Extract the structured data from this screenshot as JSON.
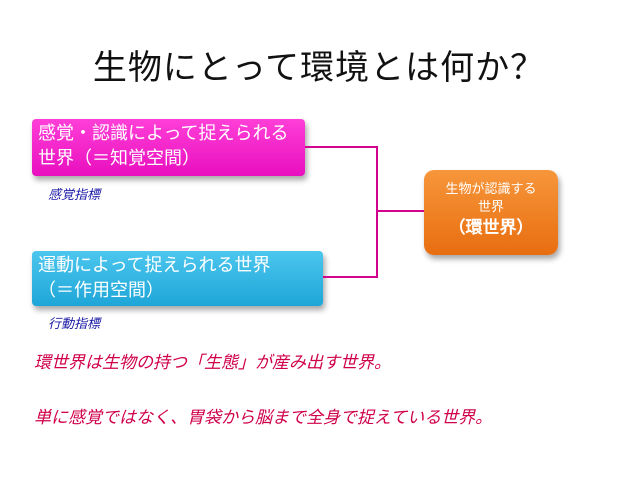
{
  "title": "生物にとって環境とは何か？",
  "sense_box": {
    "line1": "感覚・認識によって捉えられる",
    "line2": "世界（＝知覚空間）"
  },
  "sense_indicator": "感覚指標",
  "action_box": {
    "line1": "運動によって捉えられる世界",
    "line2": "（＝作用空間）"
  },
  "action_indicator": "行動指標",
  "umwelt_box": {
    "line1": "生物が認識する",
    "line2": "世界",
    "line3": "（環世界）"
  },
  "notes": [
    "環世界は生物の持つ「生態」が産み出す世界。",
    "単に感覚ではなく、胃袋から脳まで全身で捉えている世界。"
  ],
  "colors": {
    "sense_box": "#f020c8",
    "action_box": "#2eb4e2",
    "umwelt_box": "#f07f22",
    "connector": "#d4008e",
    "indicator_text": "#1a1aa6",
    "note_text": "#d0004a"
  }
}
